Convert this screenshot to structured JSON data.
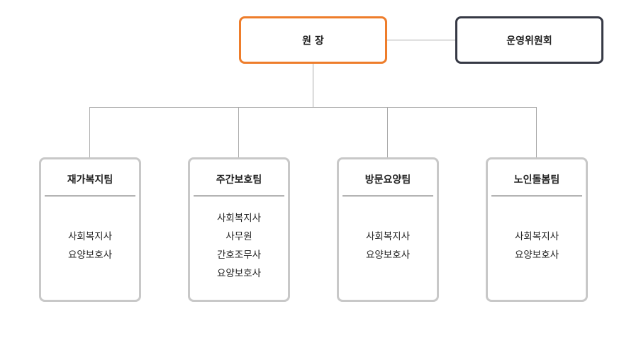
{
  "director": {
    "label": "원 장"
  },
  "committee": {
    "label": "운영위원회"
  },
  "teams": [
    {
      "title": "재가복지팀",
      "roles": [
        "사회복지사",
        "요양보호사"
      ]
    },
    {
      "title": "주간보호팀",
      "roles": [
        "사회복지사",
        "사무원",
        "간호조무사",
        "요양보호사"
      ]
    },
    {
      "title": "방문요양팀",
      "roles": [
        "사회복지사",
        "요양보호사"
      ]
    },
    {
      "title": "노인돌봄팀",
      "roles": [
        "사회복지사",
        "요양보호사"
      ]
    }
  ],
  "colors": {
    "director_border": "#ee7d2b",
    "committee_border": "#363945",
    "team_border": "#c8c8c8",
    "connector": "#aaaaaa"
  }
}
